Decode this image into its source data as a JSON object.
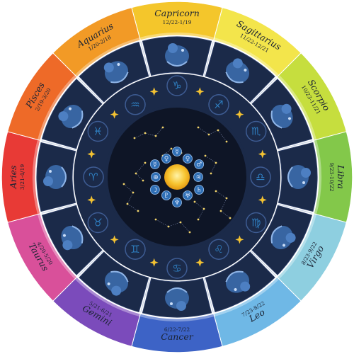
{
  "wheel": {
    "signs": [
      {
        "name": "Capricorn",
        "dates": "12/22-1/19",
        "glyph": "♑",
        "color": "#f4c62b",
        "icon": "capricorn-goat-icon"
      },
      {
        "name": "Sagittarius",
        "dates": "11/22-12/21",
        "glyph": "♐",
        "color": "#f3e54b",
        "icon": "sagittarius-archer-icon"
      },
      {
        "name": "Scorpio",
        "dates": "10/23-11/21",
        "glyph": "♏",
        "color": "#c6de3e",
        "icon": "scorpion-icon"
      },
      {
        "name": "Libra",
        "dates": "9/23-10/22",
        "glyph": "♎",
        "color": "#83c84a",
        "icon": "scales-icon"
      },
      {
        "name": "Virgo",
        "dates": "8/23-9/22",
        "glyph": "♍",
        "color": "#8ecfe0",
        "icon": "maiden-icon"
      },
      {
        "name": "Leo",
        "dates": "7/23-8/22",
        "glyph": "♌",
        "color": "#6fb8e6",
        "icon": "lion-icon"
      },
      {
        "name": "Cancer",
        "dates": "6/22-7/22",
        "glyph": "♋",
        "color": "#3d63c6",
        "icon": "crab-icon"
      },
      {
        "name": "Gemini",
        "dates": "5/21-6/21",
        "glyph": "♊",
        "color": "#7b4bbb",
        "icon": "twins-icon"
      },
      {
        "name": "Taurus",
        "dates": "4/20-5/20",
        "glyph": "♉",
        "color": "#d9509a",
        "icon": "bull-icon"
      },
      {
        "name": "Aries",
        "dates": "3/21-4/19",
        "glyph": "♈",
        "color": "#e83a36",
        "icon": "ram-icon"
      },
      {
        "name": "Pisces",
        "dates": "2/19-3/20",
        "glyph": "♓",
        "color": "#ee6a28",
        "icon": "fishes-icon"
      },
      {
        "name": "Aquarius",
        "dates": "1/20-2/18",
        "glyph": "♒",
        "color": "#f29a26",
        "icon": "water-bearer-icon"
      }
    ],
    "planets": [
      "☿",
      "♀",
      "♂",
      "♃",
      "♄",
      "♅",
      "♆",
      "♇",
      "☽",
      "⊕",
      "☿",
      "♀"
    ],
    "colors": {
      "navy": "#1b2a49",
      "deep": "#0e1526",
      "blue": "#2f7fc1",
      "gold": "#f3c232",
      "panel_line": "#c8d3e6"
    }
  }
}
